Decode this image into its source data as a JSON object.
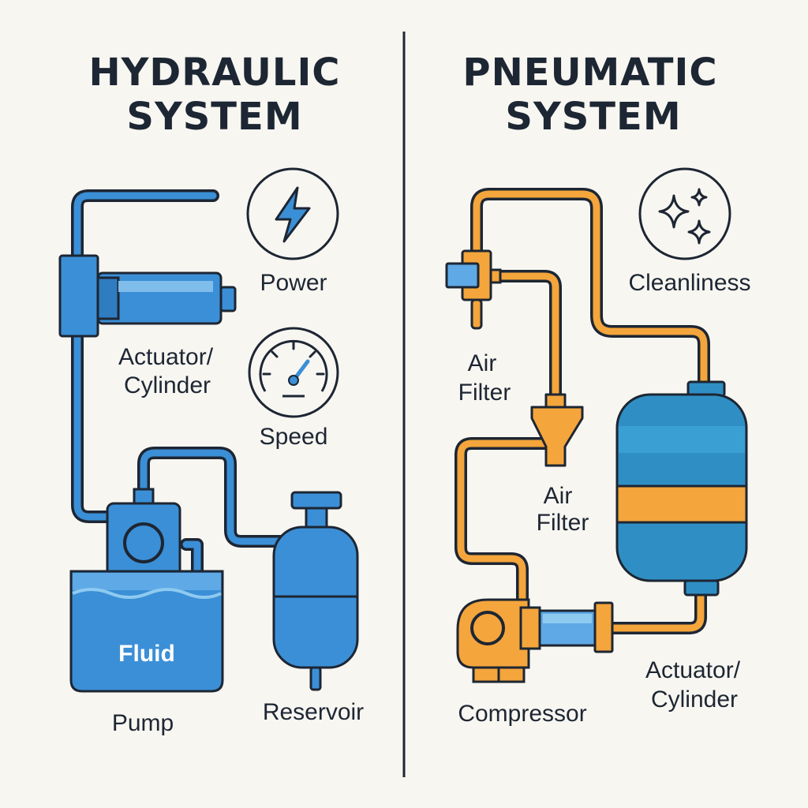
{
  "hydraulic": {
    "title_line1": "HYDRAULIC",
    "title_line2": "SYSTEM",
    "labels": {
      "actuator_line1": "Actuator/",
      "actuator_line2": "Cylinder",
      "fluid": "Fluid",
      "pump": "Pump",
      "reservoir": "Reservoir"
    },
    "features": {
      "power": "Power",
      "speed": "Speed"
    }
  },
  "pneumatic": {
    "title_line1": "PNEUMATIC",
    "title_line2": "SYSTEM",
    "labels": {
      "air_filter_1_line1": "Air",
      "air_filter_1_line2": "Filter",
      "air_filter_2_line1": "Air",
      "air_filter_2_line2": "Filter",
      "compressor": "Compressor",
      "actuator_line1": "Actuator/",
      "actuator_line2": "Cylinder"
    },
    "features": {
      "cleanliness": "Cleanliness"
    }
  },
  "colors": {
    "background": "#f8f6f1",
    "outline": "#1d2633",
    "hydraulic_blue": "#3b8fd6",
    "hydraulic_light": "#5fa9e6",
    "pneumatic_orange": "#f4a53c",
    "pneumatic_tank": "#2f8fc4"
  },
  "icons": {
    "power": "lightning-icon",
    "speed": "speedometer-icon",
    "cleanliness": "sparkle-icon"
  }
}
